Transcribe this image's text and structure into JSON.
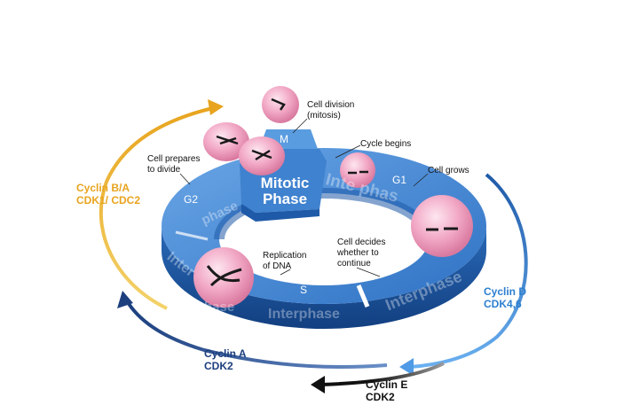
{
  "ring": {
    "phase_letters": {
      "m": "M",
      "g1": "G1",
      "s": "S",
      "g2": "G2"
    },
    "mitotic_phase": [
      "Mitotic",
      "Phase"
    ],
    "interphase_word": "Interphase",
    "interphase_partials": {
      "top": "Inte   phas",
      "right": "hase",
      "left": "Inter",
      "left2": "phase"
    }
  },
  "annotations": {
    "cell_division": [
      "Cell division",
      "(mitosis)"
    ],
    "cycle_begins": "Cycle begins",
    "cell_grows": "Cell grows",
    "cell_prepares": [
      "Cell prepares",
      "to divide"
    ],
    "replication": [
      "Replication",
      "of DNA"
    ],
    "cell_decides": [
      "Cell decides",
      "whether to",
      "continue"
    ]
  },
  "cyclins": {
    "b_a": {
      "line1": "Cyclin B/A",
      "line2": "CDK1/ CDC2",
      "color": "#e8a41e"
    },
    "d": {
      "line1": "Cyclin D",
      "line2": "CDK4,6",
      "color": "#2c7fd0"
    },
    "a": {
      "line1": "Cyclin A",
      "line2": "CDK2",
      "color": "#1c3f7e"
    },
    "e": {
      "line1": "Cyclin E",
      "line2": "CDK2",
      "color": "#111111"
    }
  },
  "colors": {
    "ring_top": "#4a8ed6",
    "ring_side": "#1f5aa8",
    "cell_fill": "#f2a9c6",
    "cell_highlight": "#fde6ef",
    "chromosome": "#1a1a1a"
  }
}
